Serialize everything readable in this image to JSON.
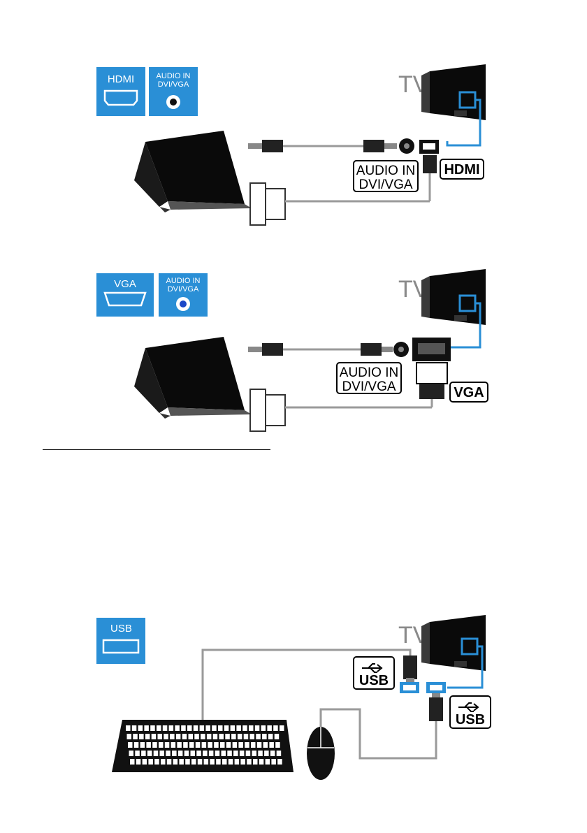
{
  "figure1": {
    "tv_label": "TV",
    "port_hdmi": "HDMI",
    "port_audio_line1": "AUDIO IN",
    "port_audio_line2": "DVI/VGA",
    "callout_audio_line1": "AUDIO IN",
    "callout_audio_line2": "DVI/VGA",
    "callout_hdmi": "HDMI",
    "colors": {
      "accent": "#2a8fd6",
      "cable": "#9a9a9a"
    }
  },
  "figure2": {
    "tv_label": "TV",
    "port_vga": "VGA",
    "port_audio_line1": "AUDIO IN",
    "port_audio_line2": "DVI/VGA",
    "callout_audio_line1": "AUDIO IN",
    "callout_audio_line2": "DVI/VGA",
    "callout_vga": "VGA"
  },
  "figure3": {
    "tv_label": "TV",
    "port_usb": "USB",
    "callout_usb_1": "USB",
    "callout_usb_2": "USB"
  }
}
